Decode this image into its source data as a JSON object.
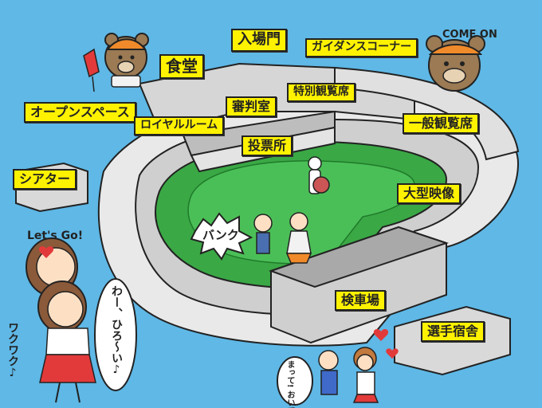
{
  "labels": {
    "entrance_gate": "入場門",
    "guidance_corner": "ガイダンスコーナー",
    "cafeteria": "食堂",
    "open_space": "オープンスペース",
    "royal_room": "ロイヤルルーム",
    "judges_room": "審判室",
    "special_seats": "特別観覧席",
    "general_seats": "一般観覧席",
    "betting_office": "投票所",
    "theater": "シアター",
    "big_screen": "大型映像",
    "inspection_area": "検車場",
    "rider_dorm": "選手宿舎"
  },
  "speech": {
    "come_on": "COME ON",
    "bank": "バンク",
    "lets_go": "Let's Go!",
    "waa_hiroi": "わー、ひろ〜い♪",
    "wakuwaku": "ワクワク♪",
    "matte_oiteikanaide": "まって! おいてかないで!"
  },
  "colors": {
    "sky": "#5fb8e6",
    "label_fill": "#fff200",
    "track_green": "#3aa845",
    "building_gray": "#d6d6d6",
    "outline": "#222222"
  }
}
